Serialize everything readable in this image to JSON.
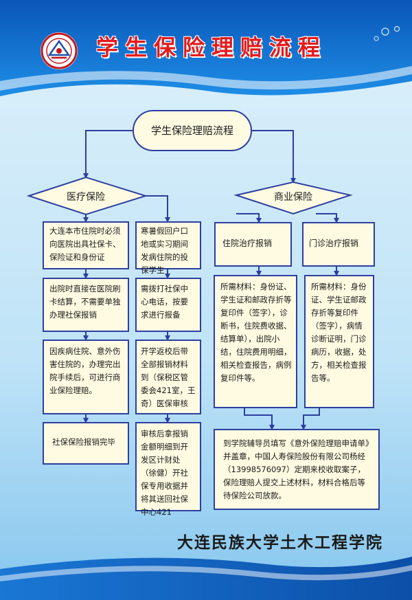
{
  "header": {
    "title": "学生保险理赔流程"
  },
  "flow": {
    "start": "学生保险理赔流程",
    "medical": {
      "label": "医疗保险",
      "local": {
        "step1": "大连本市住院时必须向医院出具社保卡、保险证和身份证",
        "step2": "出院时直接在医院刷卡结算，不需要单独办理社保报销",
        "step3": "因疾病住院、意外伤害住院的，办理完出院手续后，可进行商业保险理赔。",
        "step4": "社保保险报销完毕"
      },
      "remote": {
        "step1": "寒暑假回户口地或实习期间发病住院的投保学生",
        "step2": "需拨打社保中心电话，按要求进行报备",
        "step3": "开学返校后带全部报销材料到（保税区管委会421室，王奇）医保审核",
        "step4": "审核后拿报销金额明细到开发区计财处（徐健）开社保专用收据并将其送回社保中心421"
      }
    },
    "commercial": {
      "label": "商业保险",
      "inpatient": {
        "title": "住院治疗报销",
        "materials": "所需材料：身份证、学生证和邮政存折等复印件（签字），诊断书，住院费收据、结算单），出院小结，住院费用明细，相关检查报告，病例复印件等。"
      },
      "outpatient": {
        "title": "门诊治疗报销",
        "materials": "所需材料：身份证、学生证邮政存折等复印件（签字），病情诊断证明，门诊病历，收据，处方，相关检查报告等。"
      },
      "final": "到学院辅导员填写《意外保险理赔申请单》并盖章，中国人寿保险股份有限公司杨经（13998576097）定期来校收取案子，保险理赔人提交上述材料，材料合格后等待保险公司放款。"
    }
  },
  "footer": {
    "org": "大连民族大学土木工程学院"
  },
  "colors": {
    "arrow": "#2c3fa0",
    "box_fill": "#fffbe2",
    "title": "#e31b1b"
  }
}
